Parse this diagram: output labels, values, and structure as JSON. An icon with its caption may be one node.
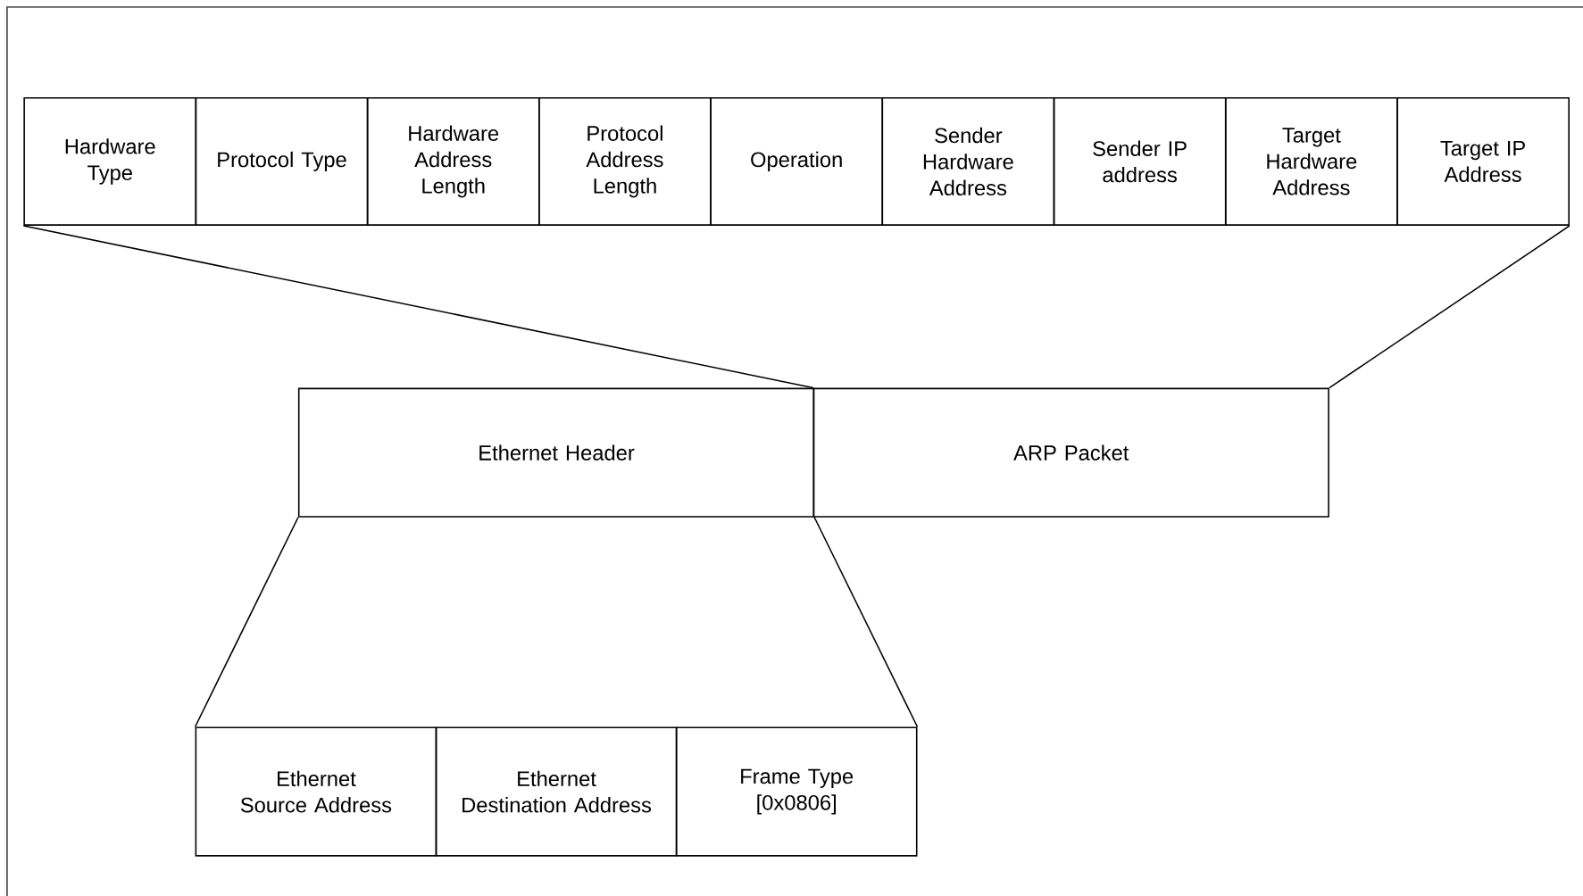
{
  "diagram": {
    "nodes": [
      {
        "text": [
          "Hardware Type"
        ]
      },
      {
        "text": [
          "Protocol Type"
        ]
      },
      {
        "text": [
          "Hardware Address Length"
        ]
      },
      {
        "text": [
          "Protocol Address Length"
        ]
      },
      {
        "text": [
          "Operation"
        ]
      },
      {
        "text": [
          "Sender Hardware Address"
        ]
      },
      {
        "text": [
          "Sender IP address"
        ]
      },
      {
        "text": [
          "Target Hardware Address"
        ]
      },
      {
        "text": [
          "Target IP Address"
        ]
      },
      {
        "text": [
          "Ethernet Header"
        ]
      },
      {
        "text": [
          "ARP Packet"
        ]
      },
      {
        "text": [
          "Ethernet Source Address"
        ]
      },
      {
        "text": [
          "Ethernet Destination Address"
        ]
      },
      {
        "text": [
          "Frame Type [0x0806]"
        ]
      }
    ],
    "edges": [
      {
        "from": 10,
        "to": 0,
        "arrow": "none"
      },
      {
        "from": 10,
        "to": 8,
        "arrow": "none"
      },
      {
        "from": 9,
        "to": 11,
        "arrow": "none"
      },
      {
        "from": 9,
        "to": 13,
        "arrow": "none"
      }
    ]
  }
}
